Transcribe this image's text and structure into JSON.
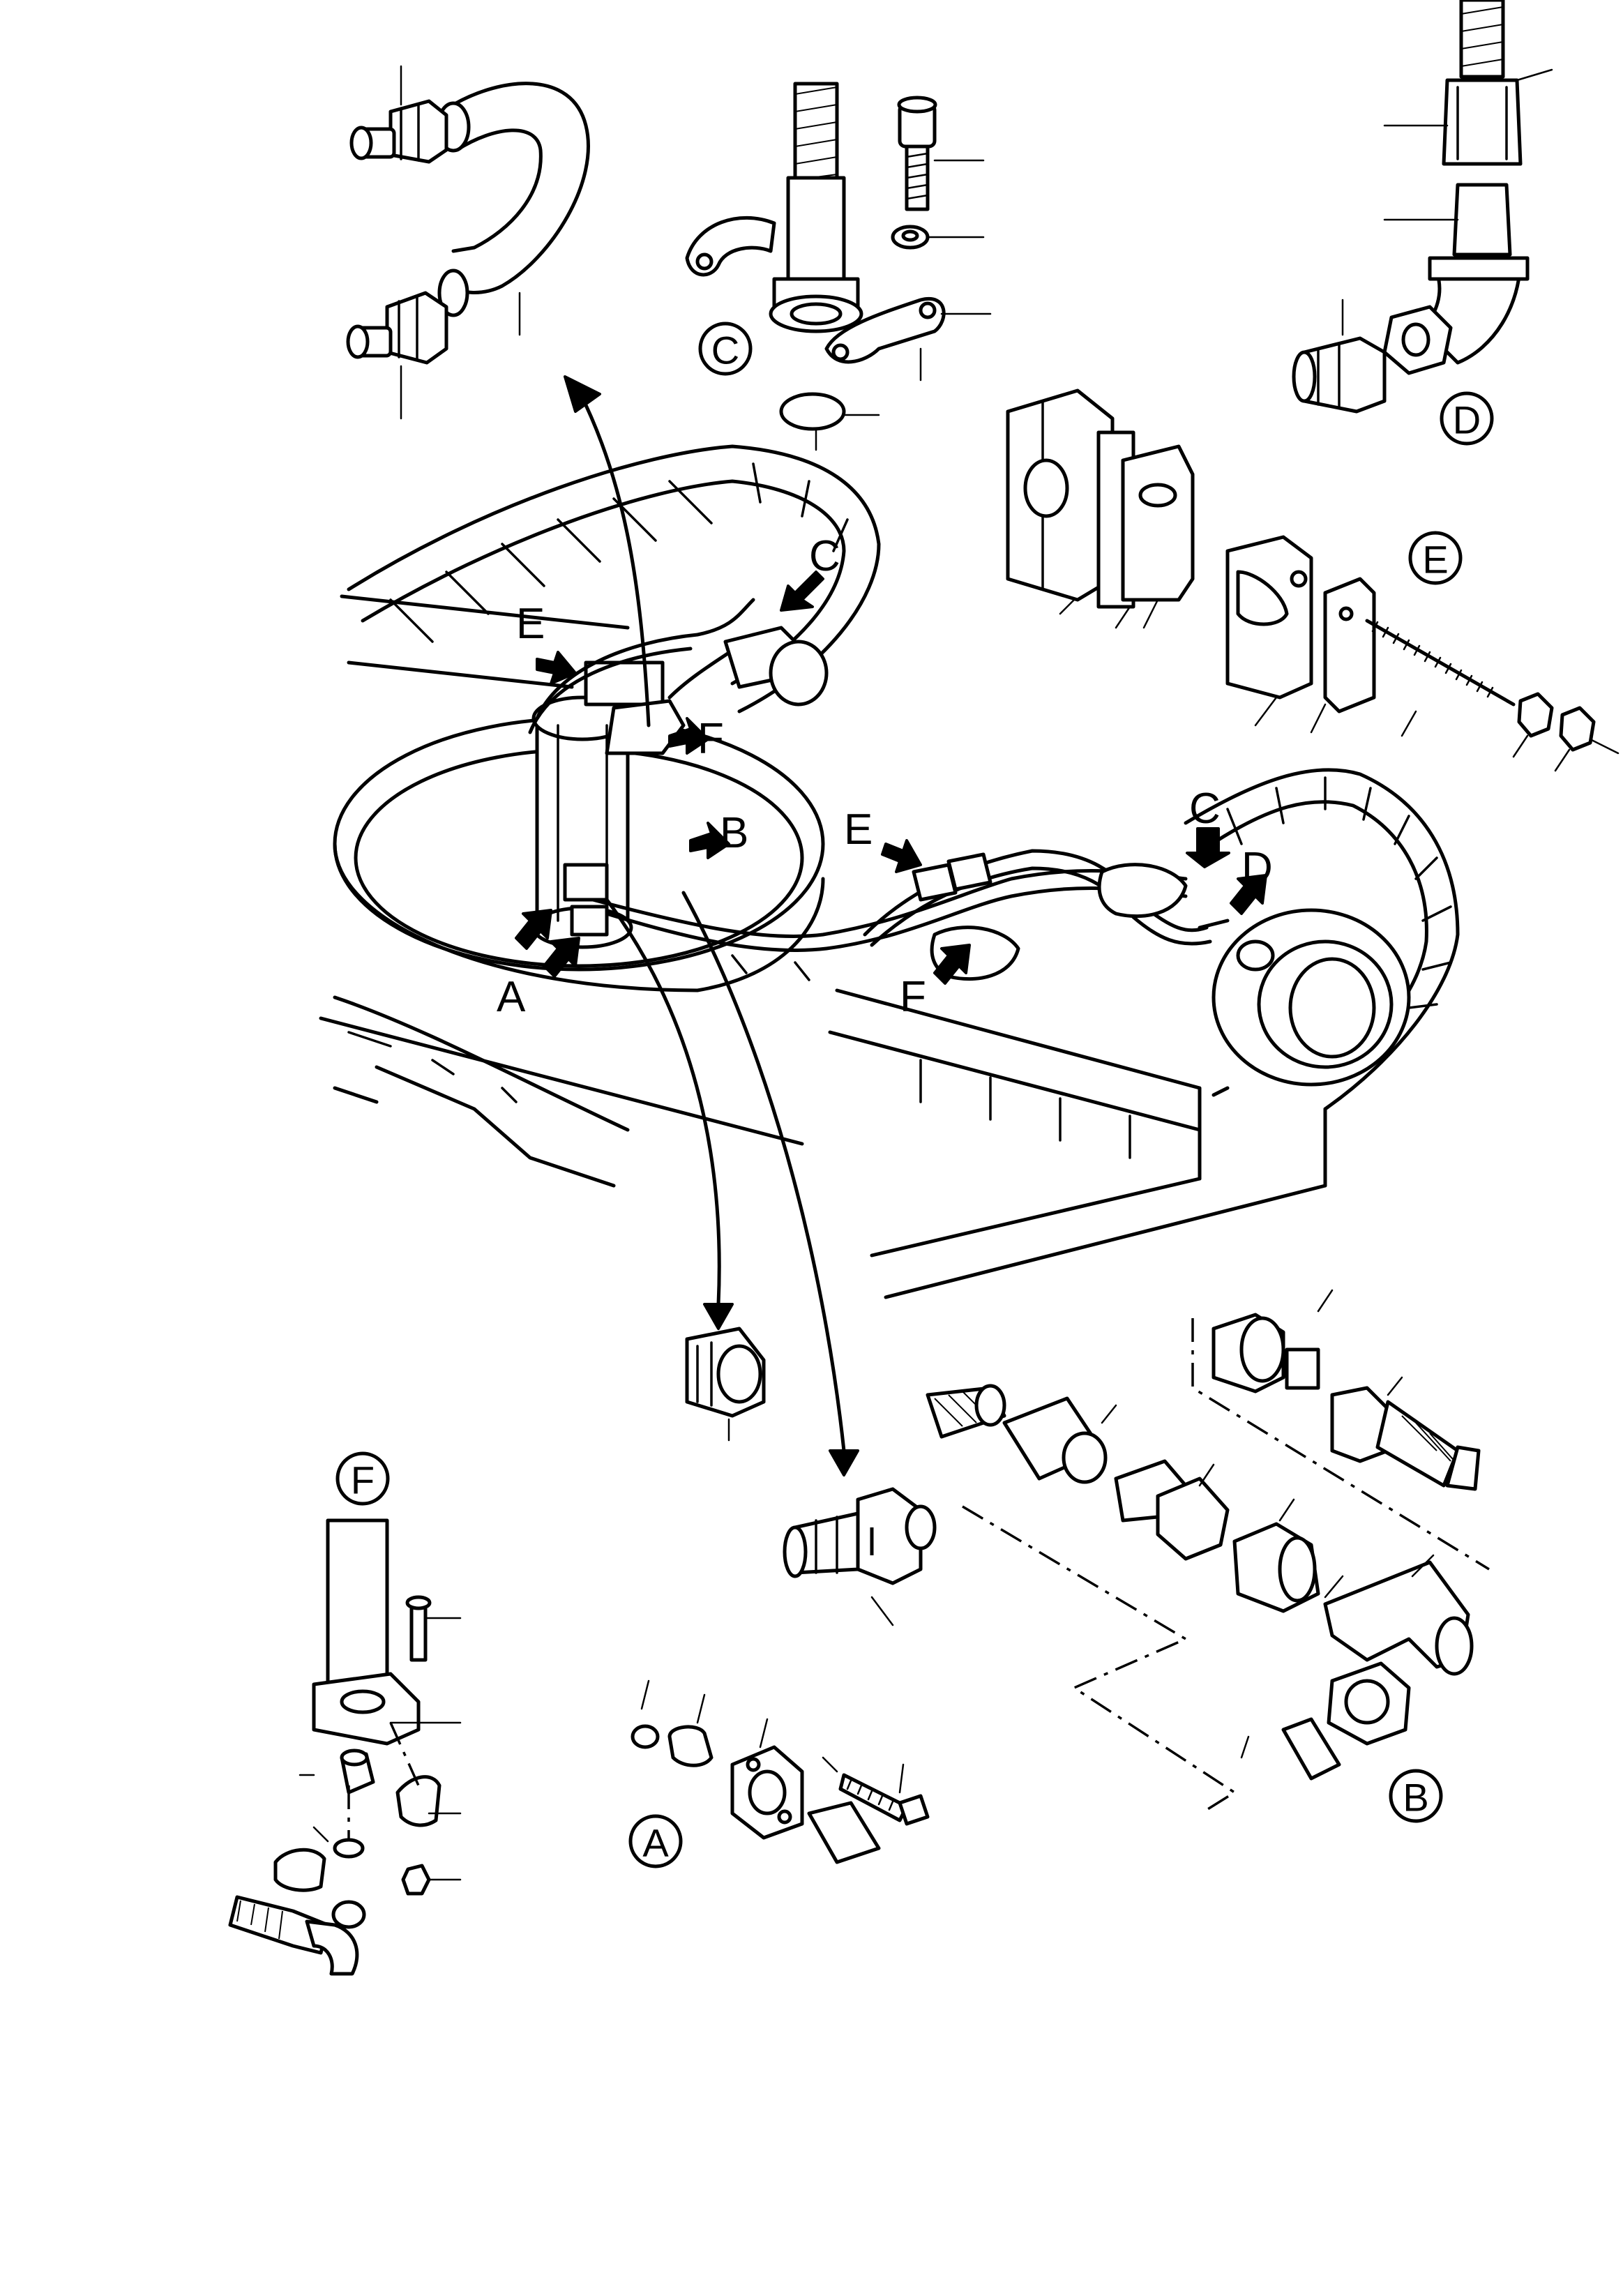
{
  "callouts": {
    "A": "A",
    "B": "B",
    "C": "C",
    "D": "D",
    "E": "E",
    "F": "F"
  },
  "detail_labels": {
    "A": "A",
    "B": "B",
    "C": "C",
    "D": "D",
    "E": "E",
    "F": "F"
  }
}
